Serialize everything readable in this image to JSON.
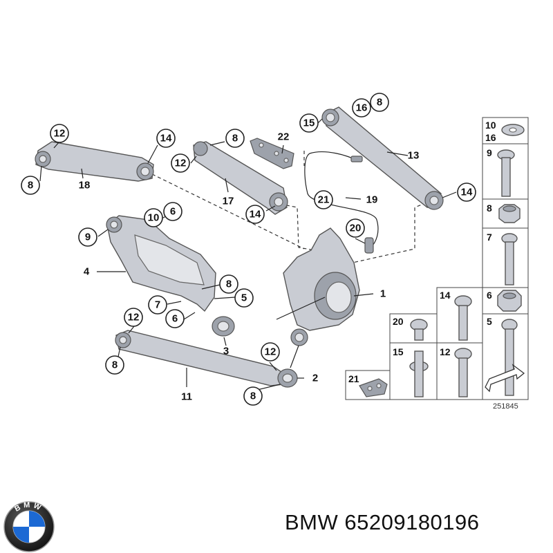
{
  "callouts": {
    "c12a": "12",
    "c14a": "14",
    "c8a": "8",
    "c18": "18",
    "c8b": "8",
    "c12b": "12",
    "c17": "17",
    "c14b": "14",
    "c22": "22",
    "c15": "15",
    "c16": "16",
    "c8c": "8",
    "c13": "13",
    "c14c": "14",
    "c21": "21",
    "c19": "19",
    "c20": "20",
    "c10": "10",
    "c6a": "6",
    "c9": "9",
    "c4": "4",
    "c8d": "8",
    "c5": "5",
    "c7": "7",
    "c6b": "6",
    "c3": "3",
    "c1": "1",
    "c12c": "12",
    "c8e": "8",
    "c12d": "12",
    "c2": "2",
    "c11": "11",
    "c8f": "8"
  },
  "parts_table": {
    "cells": {
      "r1": "10",
      "r1b": "16",
      "r2": "9",
      "r3": "8",
      "r4": "7",
      "r5a": "14",
      "r5b": "6",
      "r6a": "20",
      "r6b": "5",
      "r7a": "15",
      "r7b": "12",
      "r8": "21"
    },
    "ref_code": "251845"
  },
  "footer": {
    "brand_text": "BMW 65209180196"
  },
  "logo": {
    "letters": "BMW",
    "blue": "#1c69d4"
  }
}
